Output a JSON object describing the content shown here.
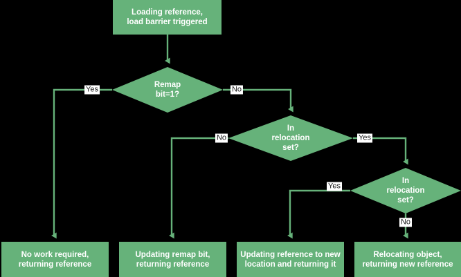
{
  "diagram": {
    "type": "flowchart",
    "title": "Loading reference load barrier flow",
    "colors": {
      "background": "#000000",
      "node_fill": "#66b27a",
      "node_text": "#ffffff",
      "edge_stroke": "#66b27a",
      "edge_label_bg": "#ffffff",
      "edge_label_text": "#1a1a1a"
    },
    "nodes": [
      {
        "id": "start",
        "shape": "rect",
        "text": "Loading reference,\nload barrier triggered"
      },
      {
        "id": "remap",
        "shape": "diamond",
        "text": "Remap\nbit=1?"
      },
      {
        "id": "reloc1",
        "shape": "diamond",
        "text": "In\nrelocation\nset?"
      },
      {
        "id": "reloc2",
        "shape": "diamond",
        "text": "In\nrelocation\nset?"
      },
      {
        "id": "end1",
        "shape": "rect",
        "text": "No work required,\nreturning reference"
      },
      {
        "id": "end2",
        "shape": "rect",
        "text": "Updating remap bit,\nreturning reference"
      },
      {
        "id": "end3",
        "shape": "rect",
        "text": "Updating reference to new\nlocation and returning it"
      },
      {
        "id": "end4",
        "shape": "rect",
        "text": "Relocating object,\nreturning new reference"
      }
    ],
    "edges": [
      {
        "id": "e-start-remap",
        "from": "start",
        "to": "remap",
        "label": ""
      },
      {
        "id": "e-remap-yes",
        "from": "remap",
        "to": "end1",
        "label": "Yes"
      },
      {
        "id": "e-remap-no",
        "from": "remap",
        "to": "reloc1",
        "label": "No"
      },
      {
        "id": "e-reloc1-no",
        "from": "reloc1",
        "to": "end2",
        "label": "No"
      },
      {
        "id": "e-reloc1-yes",
        "from": "reloc1",
        "to": "reloc2",
        "label": "Yes"
      },
      {
        "id": "e-reloc2-yes",
        "from": "reloc2",
        "to": "end3",
        "label": "Yes"
      },
      {
        "id": "e-reloc2-no",
        "from": "reloc2",
        "to": "end4",
        "label": "No"
      }
    ]
  }
}
